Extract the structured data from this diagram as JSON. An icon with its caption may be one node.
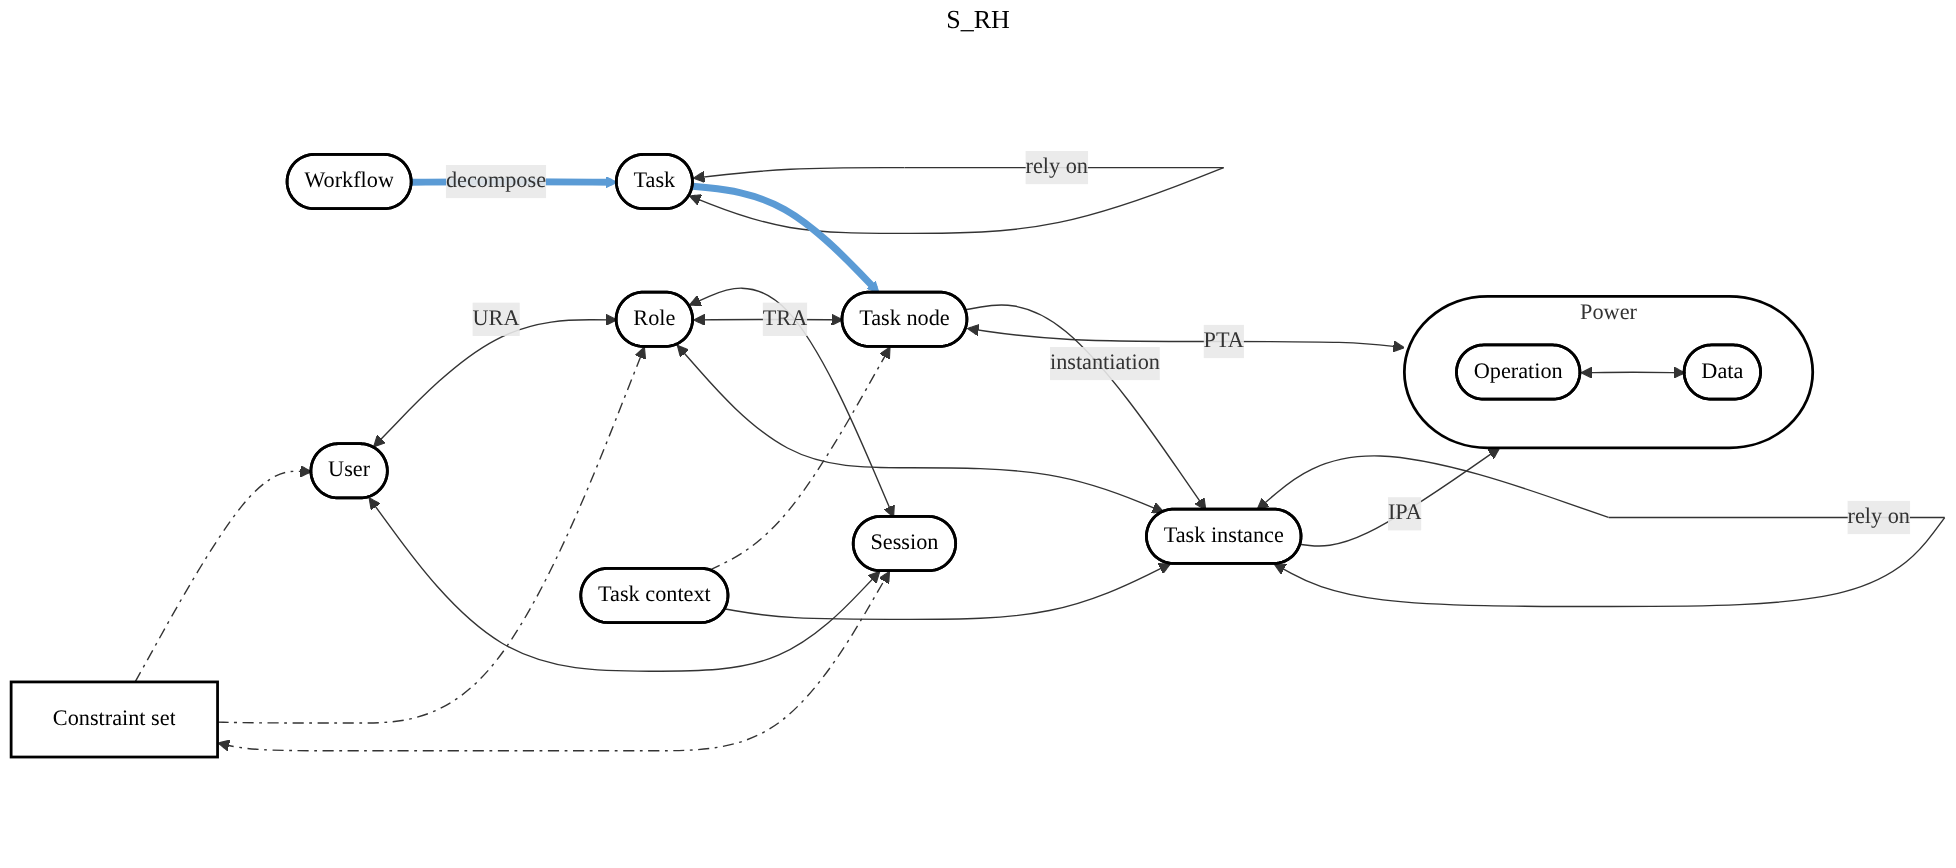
{
  "diagram": {
    "nodes": [
      {
        "text": [
          "Constraint set"
        ]
      },
      {
        "text": [
          "Workflow"
        ]
      },
      {
        "text": [
          "Task"
        ]
      },
      {
        "text": [
          "User"
        ]
      },
      {
        "text": [
          "Role"
        ]
      },
      {
        "text": [
          "Task node"
        ]
      },
      {
        "text": [
          "Power"
        ]
      },
      {
        "text": [
          "Operation"
        ],
        "in": 6
      },
      {
        "text": [
          "Data"
        ],
        "in": 6
      },
      {
        "text": [
          "Task context"
        ]
      },
      {
        "text": [
          "Session"
        ]
      },
      {
        "text": [
          "Task instance"
        ]
      }
    ],
    "edges": [
      {
        "from": 1,
        "to": 2,
        "arrow": "to",
        "label": "decompose",
        "style": "thick",
        "color": "#5b9bd5"
      },
      {
        "from": 2,
        "to": 2,
        "arrow": "both",
        "label": "rely on"
      },
      {
        "from": 2,
        "to": 5,
        "arrow": "to",
        "style": "thick",
        "color": "#5b9bd5"
      },
      {
        "from": 0,
        "to": 3,
        "arrow": "to",
        "style": "dashed"
      },
      {
        "from": 0,
        "to": 4,
        "arrow": "to",
        "style": "dashed"
      },
      {
        "from": 0,
        "to": 10,
        "arrow": "both",
        "style": "dashed"
      },
      {
        "from": 3,
        "to": 4,
        "arrow": "both",
        "label": "URA"
      },
      {
        "from": 3,
        "to": 10,
        "arrow": "both"
      },
      {
        "from": 4,
        "to": 10,
        "arrow": "both"
      },
      {
        "from": 4,
        "to": 5,
        "arrow": "both",
        "label": "TRA"
      },
      {
        "from": 5,
        "to": 6,
        "arrow": "both",
        "label": "PTA"
      },
      {
        "from": 7,
        "to": 8,
        "arrow": "both"
      },
      {
        "from": 9,
        "to": 5,
        "arrow": "to",
        "style": "dashed"
      },
      {
        "from": 5,
        "to": 11,
        "arrow": "to",
        "label": "instantiation"
      },
      {
        "from": 9,
        "to": 11,
        "arrow": "to"
      },
      {
        "from": 4,
        "to": 11,
        "arrow": "both"
      },
      {
        "from": 11,
        "to": 6,
        "arrow": "to",
        "label": "IPA"
      },
      {
        "from": 11,
        "to": 11,
        "arrow": "both",
        "label": "rely on"
      }
    ],
    "labels": [
      "S_RH"
    ]
  }
}
